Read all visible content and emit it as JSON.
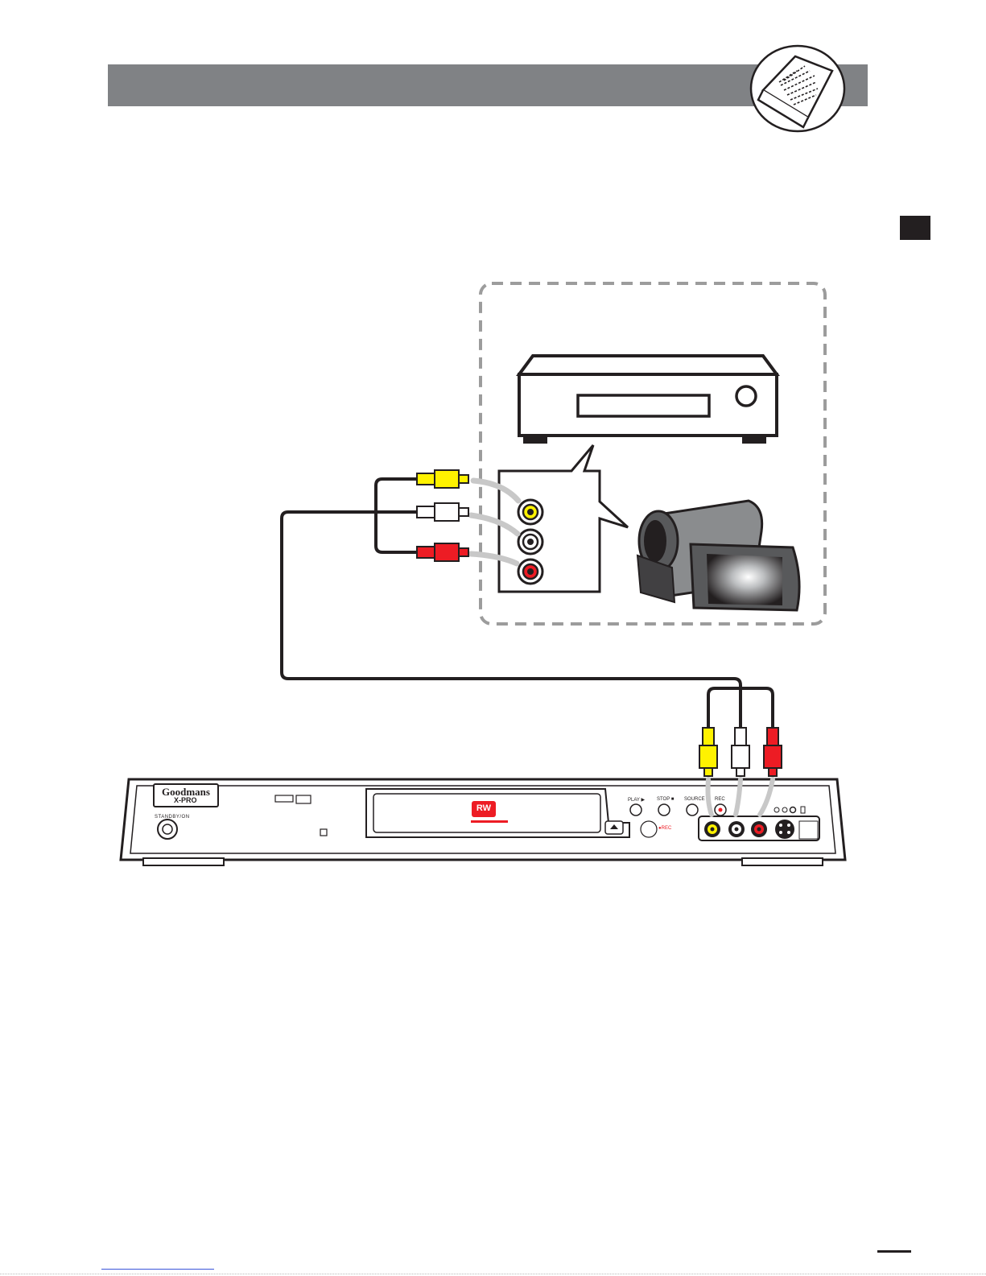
{
  "header": {
    "title_bar": ""
  },
  "device": {
    "brand": "Goodmans",
    "model": "X-PRO",
    "standby_label": "STANDBY/ON",
    "rw_badge": "RW",
    "buttons": {
      "play": "PLAY ▶",
      "stop": "STOP ■",
      "source": "SOURCE",
      "rec": "REC"
    },
    "record_label": "●REC"
  },
  "icons": {
    "manual": "open-book-icon",
    "vcr": "vcr-icon",
    "camcorder": "camcorder-icon"
  },
  "colors": {
    "header": "#808285",
    "video_plug": "#fff200",
    "audio_left_plug": "#ffffff",
    "audio_right_plug": "#ed1c24",
    "rw_badge": "#ed1c24",
    "cable": "#231f20",
    "side_tab": "#231f20"
  }
}
